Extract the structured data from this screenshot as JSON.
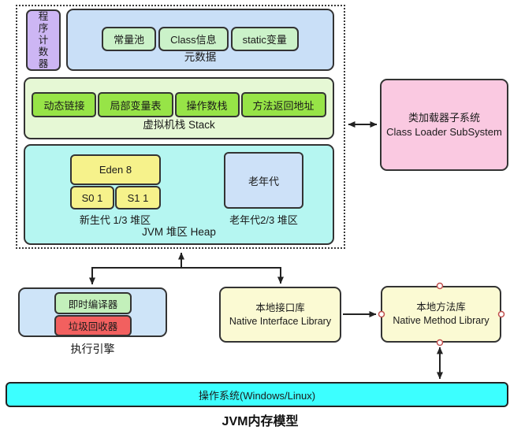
{
  "title": "JVM内存模型",
  "runtime_area": {
    "program_counter": {
      "label": "程序计数器"
    },
    "metadata": {
      "label": "元数据",
      "items": [
        {
          "label": "常量池"
        },
        {
          "label": "Class信息"
        },
        {
          "label": "static变量"
        }
      ]
    },
    "vm_stack": {
      "label": "虚拟机栈 Stack",
      "items": [
        {
          "label": "动态链接"
        },
        {
          "label": "局部变量表"
        },
        {
          "label": "操作数栈"
        },
        {
          "label": "方法返回地址"
        }
      ]
    },
    "heap": {
      "label": "JVM 堆区 Heap",
      "young_gen": {
        "label": "新生代 1/3 堆区",
        "eden": "Eden 8",
        "s0": "S0 1",
        "s1": "S1 1"
      },
      "old_gen": {
        "label": "老年代2/3 堆区",
        "box": "老年代"
      }
    }
  },
  "class_loader": {
    "line1": "类加载器子系统",
    "line2": "Class Loader SubSystem"
  },
  "execution_engine": {
    "label": "执行引擎",
    "jit": "即时编译器",
    "gc": "垃圾回收器"
  },
  "native_interface": {
    "line1": "本地接口库",
    "line2": "Native Interface Library"
  },
  "native_method": {
    "line1": "本地方法库",
    "line2": "Native Method Library"
  },
  "os_bar": {
    "label": "操作系统(Windows/Linux)"
  },
  "colors": {
    "border": "#333333",
    "program_counter": "#cdb6f4",
    "metadata_container": "#c9dff7",
    "metadata_item": "#cbf2c9",
    "stack_container": "#e6f8d5",
    "stack_item": "#97e447",
    "heap_container": "#b5f6f1",
    "heap_yellow": "#f6f28b",
    "old_gen": "#cde1f8",
    "class_loader": "#fac9e1",
    "engine_container": "#cee4f8",
    "jit": "#c3f0bb",
    "gc": "#f2605f",
    "native_library": "#fbfad3",
    "os_bar": "#3cffff",
    "connector": "#222222",
    "handle_stroke": "#c0504d"
  }
}
